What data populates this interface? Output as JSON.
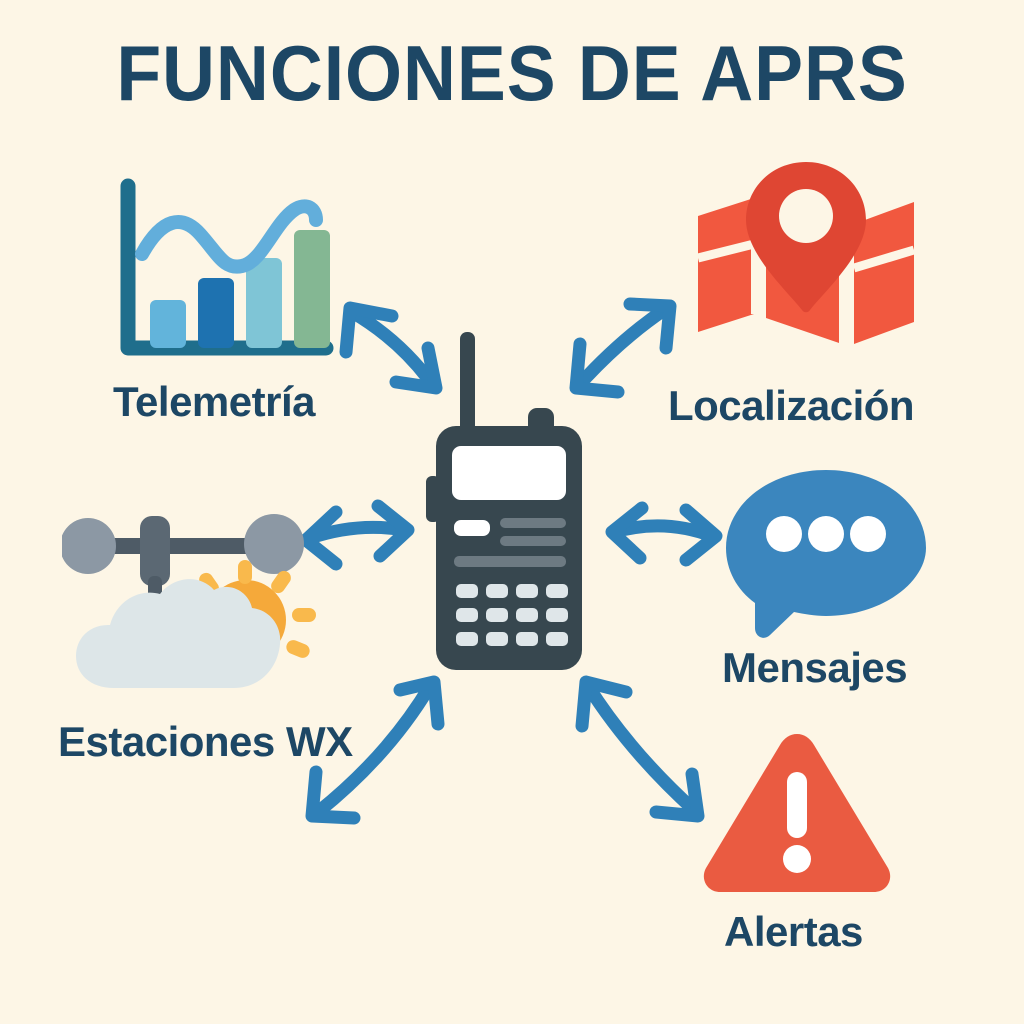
{
  "page": {
    "title": "FUNCIONES DE APRS",
    "background_color": "#FDF6E6",
    "title_color": "#1D4765",
    "arrow_color": "#2F80B8"
  },
  "center": {
    "name": "handheld-radio",
    "label": "",
    "body_color": "#37474F",
    "screen_color": "#FFFFFF",
    "key_color": "#DFE6E9"
  },
  "nodes": [
    {
      "id": "telemetria",
      "label": "Telemetría",
      "icon": "bar-chart-icon",
      "position": "top-left",
      "colors": {
        "axis": "#1F6E8C",
        "bar1": "#62B4DB",
        "bar2": "#1E72B0",
        "bar3": "#7FC5D6",
        "bar4": "#84B793",
        "line": "#62AEDB"
      }
    },
    {
      "id": "localizacion",
      "label": "Localización",
      "icon": "map-pin-icon",
      "position": "top-right",
      "colors": {
        "map": "#F1583F",
        "pin": "#DF4633"
      }
    },
    {
      "id": "estaciones-wx",
      "label": "Estaciones WX",
      "icon": "weather-station-icon",
      "position": "left",
      "colors": {
        "anemometer": "#8C98A4",
        "mast": "#4E5B66",
        "sun": "#F5A93A",
        "cloud": "#DDE6E8"
      }
    },
    {
      "id": "mensajes",
      "label": "Mensajes",
      "icon": "speech-bubble-icon",
      "position": "right",
      "colors": {
        "bubble": "#3B86BE",
        "dots": "#FFFFFF"
      }
    },
    {
      "id": "alertas",
      "label": "Alertas",
      "icon": "warning-triangle-icon",
      "position": "bottom-right",
      "colors": {
        "triangle": "#EA5B41",
        "mark": "#FFFFFF"
      }
    }
  ],
  "connections": [
    {
      "id": "arrow-telemetria",
      "from": "telemetria",
      "to": "handheld-radio",
      "style": "double-headed-curved"
    },
    {
      "id": "arrow-localizacion",
      "from": "handheld-radio",
      "to": "localizacion",
      "style": "double-headed-curved"
    },
    {
      "id": "arrow-estaciones",
      "from": "estaciones-wx",
      "to": "handheld-radio",
      "style": "double-headed-curved"
    },
    {
      "id": "arrow-mensajes",
      "from": "handheld-radio",
      "to": "mensajes",
      "style": "double-headed-curved"
    },
    {
      "id": "arrow-wx-diagonal",
      "from": "estaciones-wx",
      "to": "handheld-radio",
      "style": "double-headed-curved"
    },
    {
      "id": "arrow-alertas",
      "from": "handheld-radio",
      "to": "alertas",
      "style": "double-headed-curved"
    }
  ]
}
